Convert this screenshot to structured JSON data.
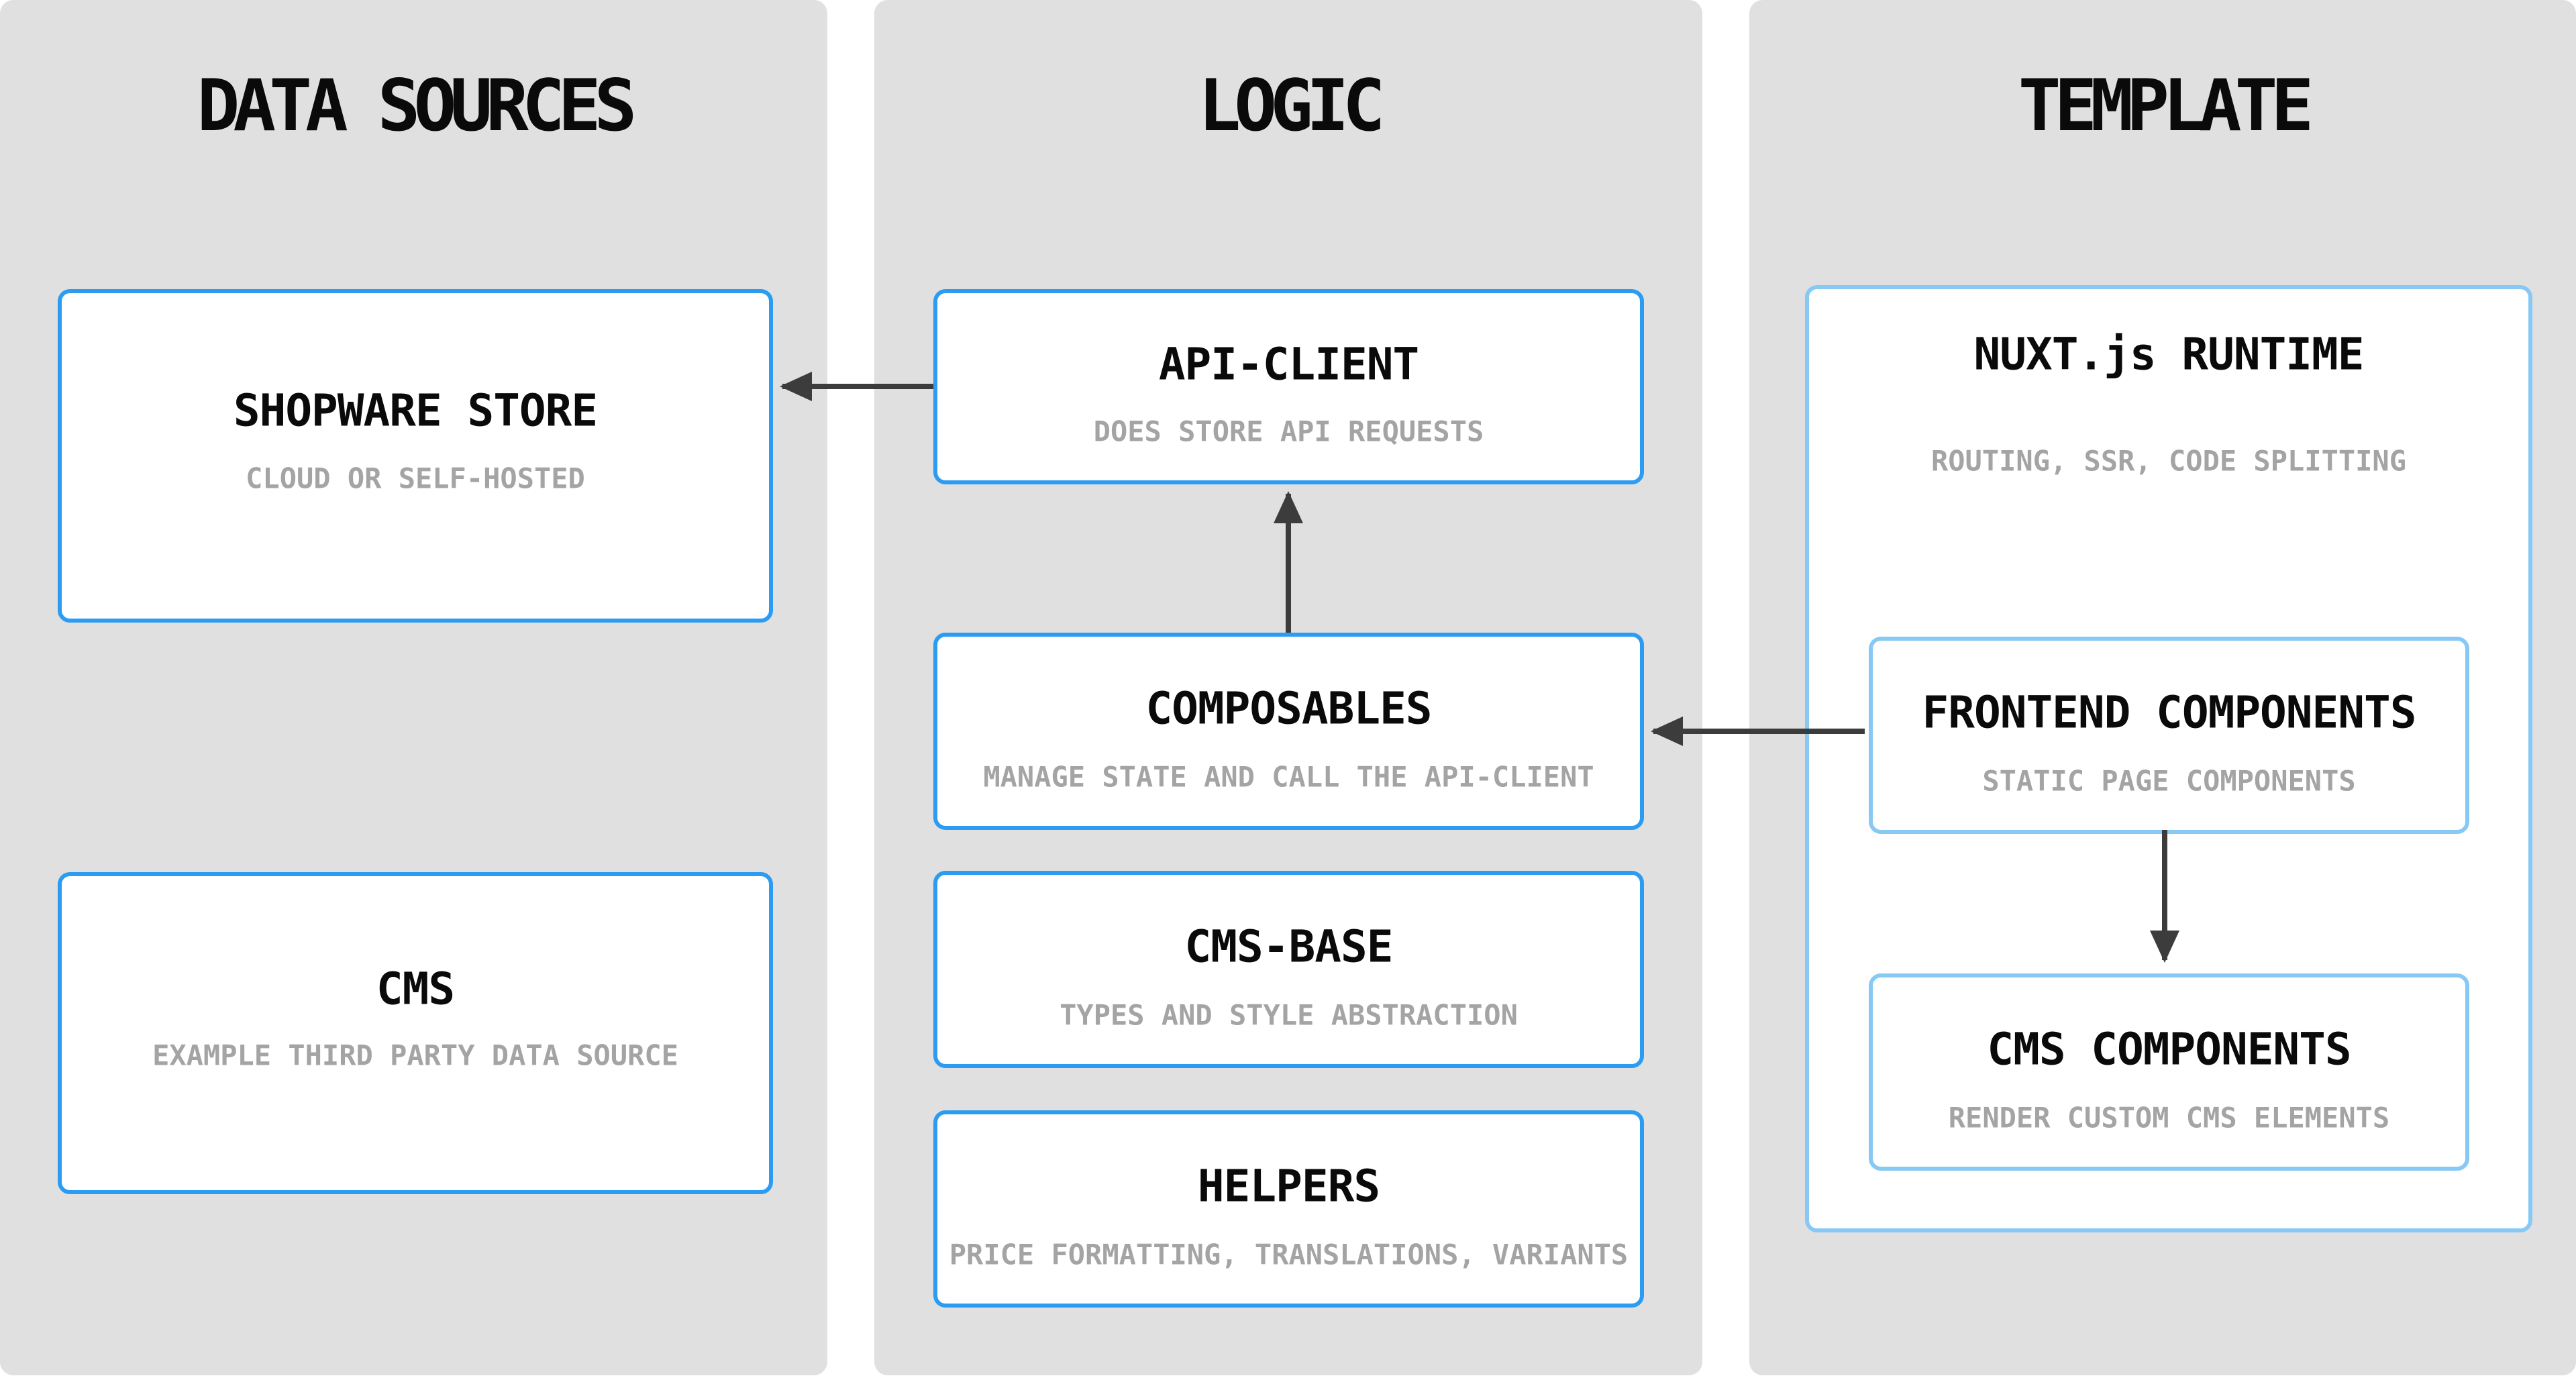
{
  "diagram": {
    "columns": [
      {
        "id": "data-sources",
        "title": "DATA SOURCES",
        "boxes": [
          {
            "id": "shopware-store",
            "title": "SHOPWARE STORE",
            "subtitle": "CLOUD OR SELF-HOSTED"
          },
          {
            "id": "cms",
            "title": "CMS",
            "subtitle": "EXAMPLE THIRD PARTY DATA SOURCE"
          }
        ]
      },
      {
        "id": "logic",
        "title": "LOGIC",
        "boxes": [
          {
            "id": "api-client",
            "title": "API-CLIENT",
            "subtitle": "DOES STORE API REQUESTS"
          },
          {
            "id": "composables",
            "title": "COMPOSABLES",
            "subtitle": "MANAGE STATE AND CALL THE API-CLIENT"
          },
          {
            "id": "cms-base",
            "title": "CMS-BASE",
            "subtitle": "TYPES AND STYLE ABSTRACTION"
          },
          {
            "id": "helpers",
            "title": "HELPERS",
            "subtitle": "PRICE FORMATTING, TRANSLATIONS, VARIANTS"
          }
        ]
      },
      {
        "id": "template",
        "title": "TEMPLATE",
        "boxes": [
          {
            "id": "nuxt-runtime",
            "title": "NUXT.js RUNTIME",
            "subtitle": "ROUTING, SSR, CODE SPLITTING"
          },
          {
            "id": "frontend-components",
            "title": "FRONTEND COMPONENTS",
            "subtitle": "STATIC PAGE COMPONENTS"
          },
          {
            "id": "cms-components",
            "title": "CMS COMPONENTS",
            "subtitle": "RENDER CUSTOM CMS ELEMENTS"
          }
        ]
      }
    ],
    "edges": [
      {
        "from": "api-client",
        "to": "shopware-store",
        "direction": "left"
      },
      {
        "from": "composables",
        "to": "api-client",
        "direction": "up"
      },
      {
        "from": "frontend-components",
        "to": "composables",
        "direction": "left"
      },
      {
        "from": "frontend-components",
        "to": "cms-components",
        "direction": "down"
      }
    ],
    "colors": {
      "column_background": "#e0e0e0",
      "node_background": "#ffffff",
      "border_strong_blue": "#2b9cf2",
      "border_light_blue": "#87c9f5",
      "arrow": "#3c3c3c",
      "title_text": "#0a0a0a",
      "subtitle_text": "#a4a4a4",
      "page_background": "#ffffff"
    }
  }
}
